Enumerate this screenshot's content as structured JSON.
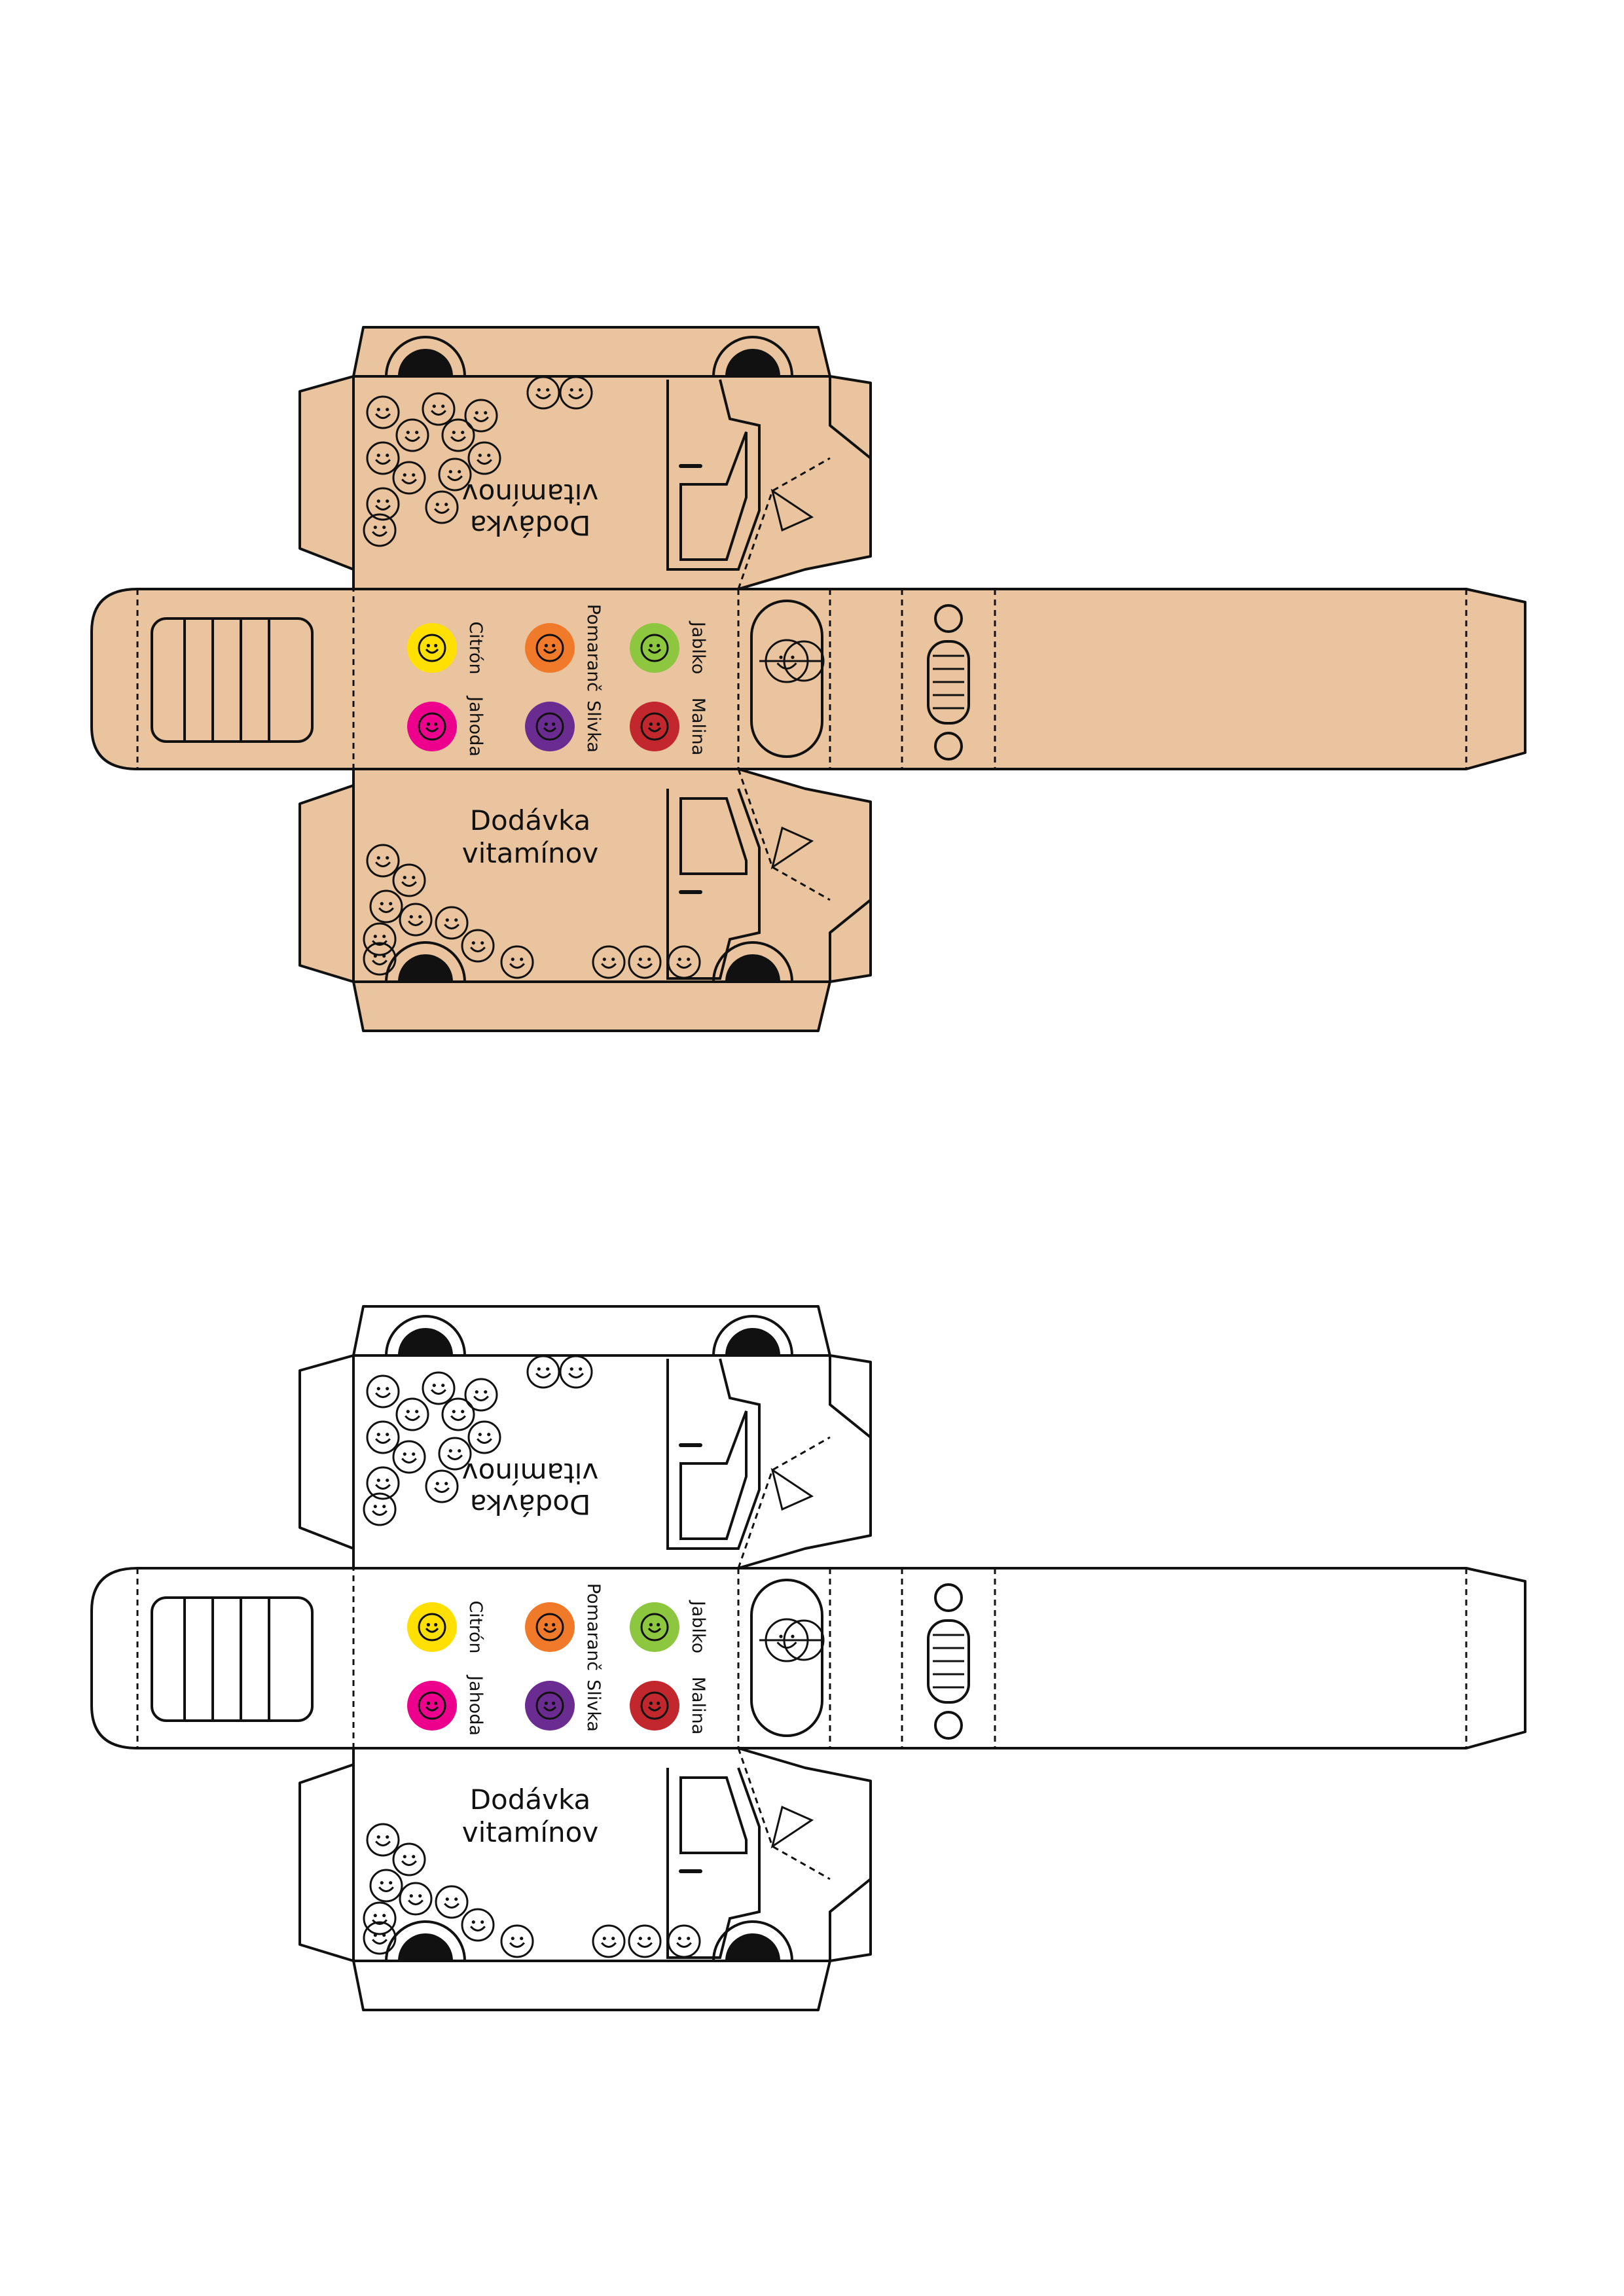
{
  "box_title_line1": "Dodávka",
  "box_title_line2": "vitamínov",
  "fruits": [
    {
      "name": "Citrón",
      "color": "#ffe000"
    },
    {
      "name": "Pomaranč",
      "color": "#f07a2a"
    },
    {
      "name": "Jablko",
      "color": "#8dc63f"
    },
    {
      "name": "Jahoda",
      "color": "#ec008c"
    },
    {
      "name": "Slivka",
      "color": "#6a2c91"
    },
    {
      "name": "Malina",
      "color": "#c1272d"
    }
  ],
  "versions": [
    {
      "name": "colored",
      "fill": "#e9c49f"
    },
    {
      "name": "outline",
      "fill": "#ffffff"
    }
  ]
}
